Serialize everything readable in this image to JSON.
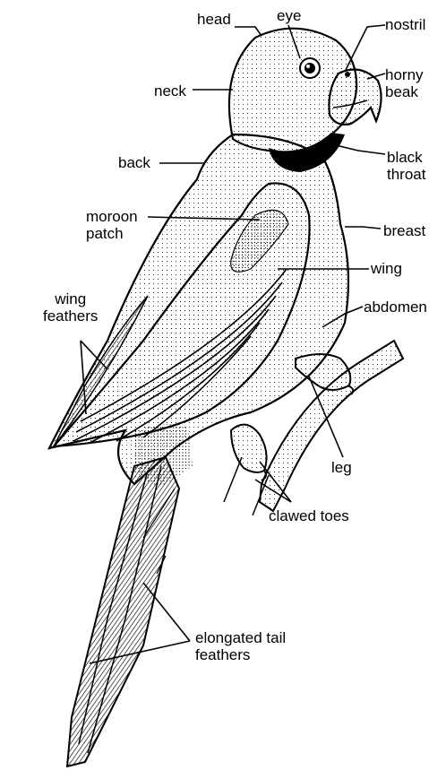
{
  "labels": {
    "head": "head",
    "eye": "eye",
    "nostril": "nostril",
    "horny_beak": "horny\nbeak",
    "neck": "neck",
    "back": "back",
    "black_throat": "black\nthroat",
    "moroon_patch": "moroon\npatch",
    "breast": "breast",
    "wing": "wing",
    "wing_feathers": "wing\nfeathers",
    "abdomen": "abdomen",
    "leg": "leg",
    "clawed_toes": "clawed toes",
    "elongated_tail_feathers": "elongated tail\nfeathers"
  },
  "colors": {
    "ink": "#000000",
    "paper": "#ffffff"
  }
}
